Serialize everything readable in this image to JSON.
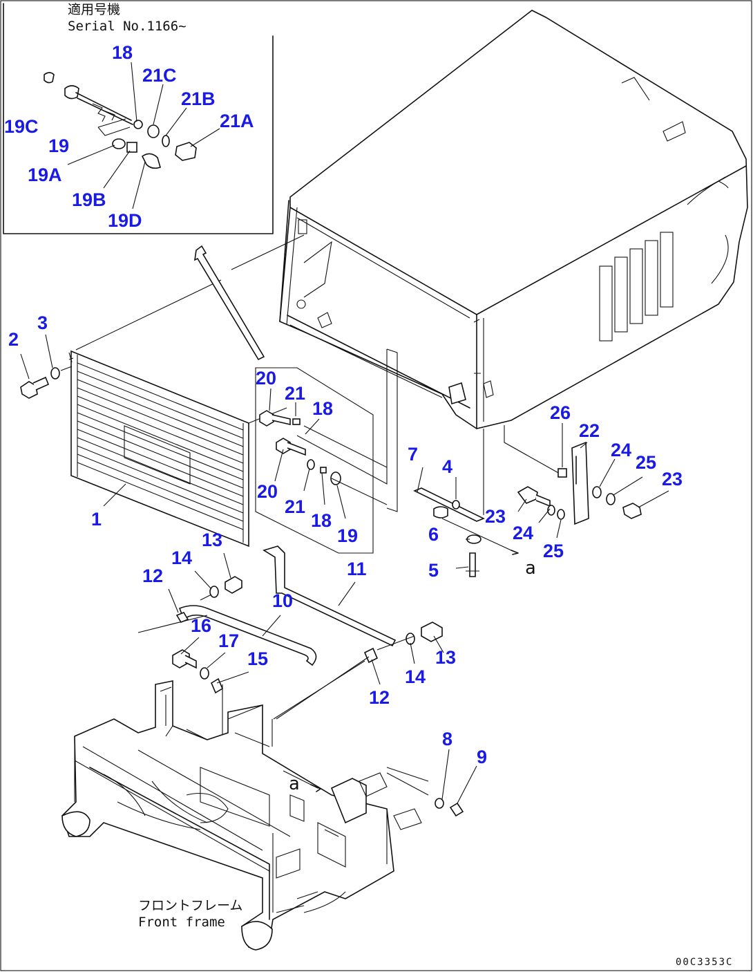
{
  "inset": {
    "applicable_jp": "適用号機",
    "serial": "Serial No.1166~"
  },
  "frame_label": {
    "jp": "フロントフレーム",
    "en": "Front frame"
  },
  "drawing_code": "00C3353C",
  "ref_a": "a",
  "callouts": {
    "c18i": "18",
    "c21Ci": "21C",
    "c21Bi": "21B",
    "c21Ai": "21A",
    "c19Ci": "19C",
    "c19i": "19",
    "c19Ai": "19A",
    "c19Bi": "19B",
    "c19Di": "19D",
    "c2": "2",
    "c3": "3",
    "c1": "1",
    "c20a": "20",
    "c21a": "21",
    "c18a": "18",
    "c20b": "20",
    "c21b": "21",
    "c18b": "18",
    "c19b": "19",
    "c7": "7",
    "c4": "4",
    "c6": "6",
    "c5": "5",
    "c26": "26",
    "c22": "22",
    "c24a": "24",
    "c25a": "25",
    "c23a": "23",
    "c23b": "23",
    "c24b": "24",
    "c25b": "25",
    "c12a": "12",
    "c14a": "14",
    "c13a": "13",
    "c11": "11",
    "c10": "10",
    "c16": "16",
    "c17": "17",
    "c15": "15",
    "c12b": "12",
    "c14b": "14",
    "c13b": "13",
    "c8": "8",
    "c9": "9"
  }
}
